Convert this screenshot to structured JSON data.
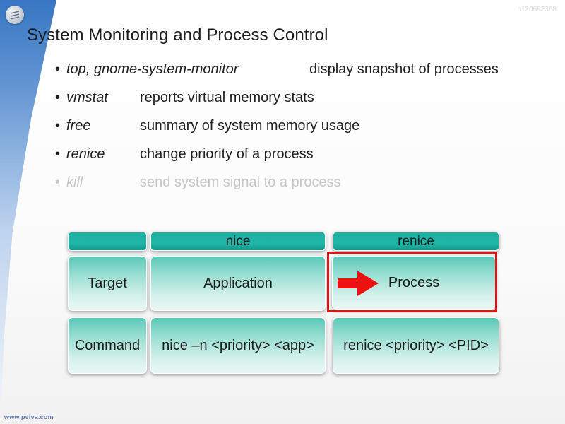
{
  "watermark": "h120692368",
  "title": "System Monitoring and Process Control",
  "bullets": [
    {
      "cmd": "top, gnome-system-monitor",
      "desc": "display snapshot of processes"
    },
    {
      "cmd": "vmstat",
      "desc": "reports virtual memory stats"
    },
    {
      "cmd": "free",
      "desc": "summary of system memory usage"
    },
    {
      "cmd": "renice",
      "desc": "change priority of a process"
    },
    {
      "cmd": "kill",
      "desc": "send system signal to a process"
    }
  ],
  "table": {
    "headers": [
      "",
      "nice",
      "renice"
    ],
    "rows": [
      {
        "label": "Target",
        "nice": "Application",
        "renice": "Process"
      },
      {
        "label": "Command",
        "nice": "nice –n <priority> <app>",
        "renice": "renice <priority> <PID>"
      }
    ]
  },
  "footer": "www.pviva.com",
  "colors": {
    "accent_teal": "#20b6a8",
    "highlight_red": "#e01616",
    "faded_text": "#c6c6c6"
  },
  "icons": {
    "logo": "round-logo-icon",
    "arrow": "right-arrow-icon"
  }
}
